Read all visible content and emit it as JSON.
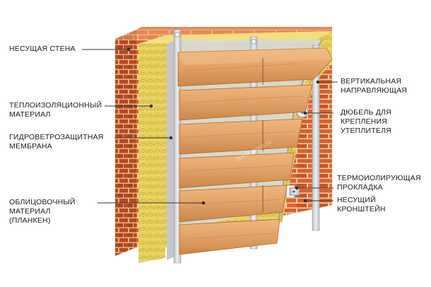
{
  "labels": {
    "load_wall": [
      "НЕСУЩАЯ СТЕНА"
    ],
    "insulation": [
      "ТЕПЛОИЗОЛЯЦИОННЫЙ",
      "МАТЕРИАЛ"
    ],
    "membrane": [
      "ГИДРОВЕТРОЗАЩИТНАЯ",
      "МЕМБРАНА"
    ],
    "cladding": [
      "ОБЛИЦОВОЧНЫЙ",
      "МАТЕРИАЛ",
      "(ПЛАНКЕН)"
    ],
    "vertical_guide": [
      "ВЕРТИКАЛЬНАЯ",
      "НАПРАВЛЯЮЩАЯ"
    ],
    "dowel": [
      "ДЮБЕЛЬ ДЛЯ",
      "КРЕПЛЕНИЯ",
      "УТЕПЛИТЕЛЯ"
    ],
    "thermal_pad": [
      "ТЕРМОИОЛИРУЮЩАЯ",
      "ПРОКЛАДКА"
    ],
    "bracket": [
      "НЕСУЩИЙ",
      "КРОНШТЕЙН"
    ]
  },
  "watermark": "nonstoposs.ru",
  "colors": {
    "brick": "#d9622b",
    "brick_dark": "#a8431a",
    "mortar": "#f0c9a8",
    "wool": "#e6cf5a",
    "membrane": "#c9ccd0",
    "wood": "#e3a265",
    "wood_dark": "#b9733a",
    "metal": "#d5d8dc",
    "leader": "#333333"
  }
}
